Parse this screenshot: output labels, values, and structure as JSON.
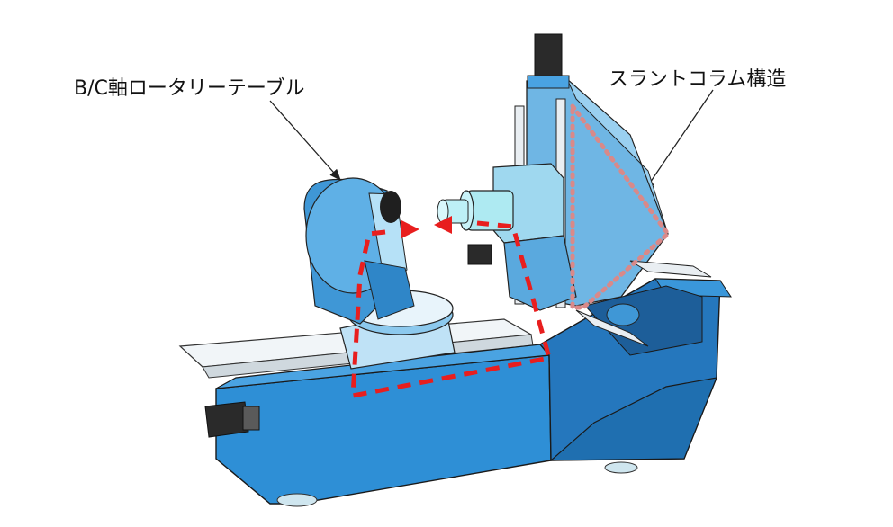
{
  "annotations": {
    "rotary_table_label": "B/C軸ロータリーテーブル",
    "slant_column_label": "スラントコラム構造"
  },
  "colors": {
    "machine_body": "#2e8fd6",
    "machine_body_dark": "#1f6fb0",
    "machine_body_shadow": "#15558b",
    "head_face": "#8fd3ea",
    "spindle": "#aeeaf2",
    "column_panel": "#6fb6e4",
    "rails": "#e9eef2",
    "motor": "#2a2a2a",
    "force_loop": "#e81e1e",
    "structure_outline": "#d98989"
  },
  "icons": [
    "rotary-table",
    "spindle-head",
    "slant-column",
    "servo-motor"
  ]
}
